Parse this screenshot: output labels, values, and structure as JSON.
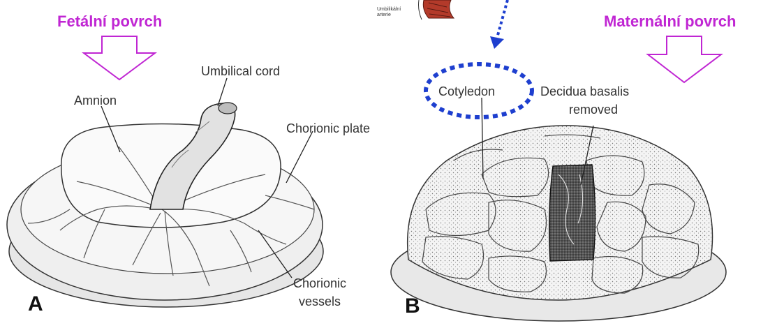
{
  "headers": {
    "fetal": "Fetální povrch",
    "maternal": "Maternální povrch",
    "color": "#c026d3"
  },
  "inset": {
    "line1": "Umbilikální",
    "line2": "arterie"
  },
  "panel_a": {
    "letter": "A",
    "labels": {
      "umbilical_cord": "Umbilical cord",
      "amnion": "Amnion",
      "chorionic_plate": "Chorionic plate",
      "chorionic_vessels_1": "Chorionic",
      "chorionic_vessels_2": "vessels"
    }
  },
  "panel_b": {
    "letter": "B",
    "labels": {
      "cotyledon": "Cotyledon",
      "decidua_1": "Decidua basalis",
      "decidua_2": "removed"
    }
  },
  "colors": {
    "highlight_blue": "#1e3fcf",
    "arrow_purple": "#c026d3",
    "cord_red": "#b33a2a"
  }
}
